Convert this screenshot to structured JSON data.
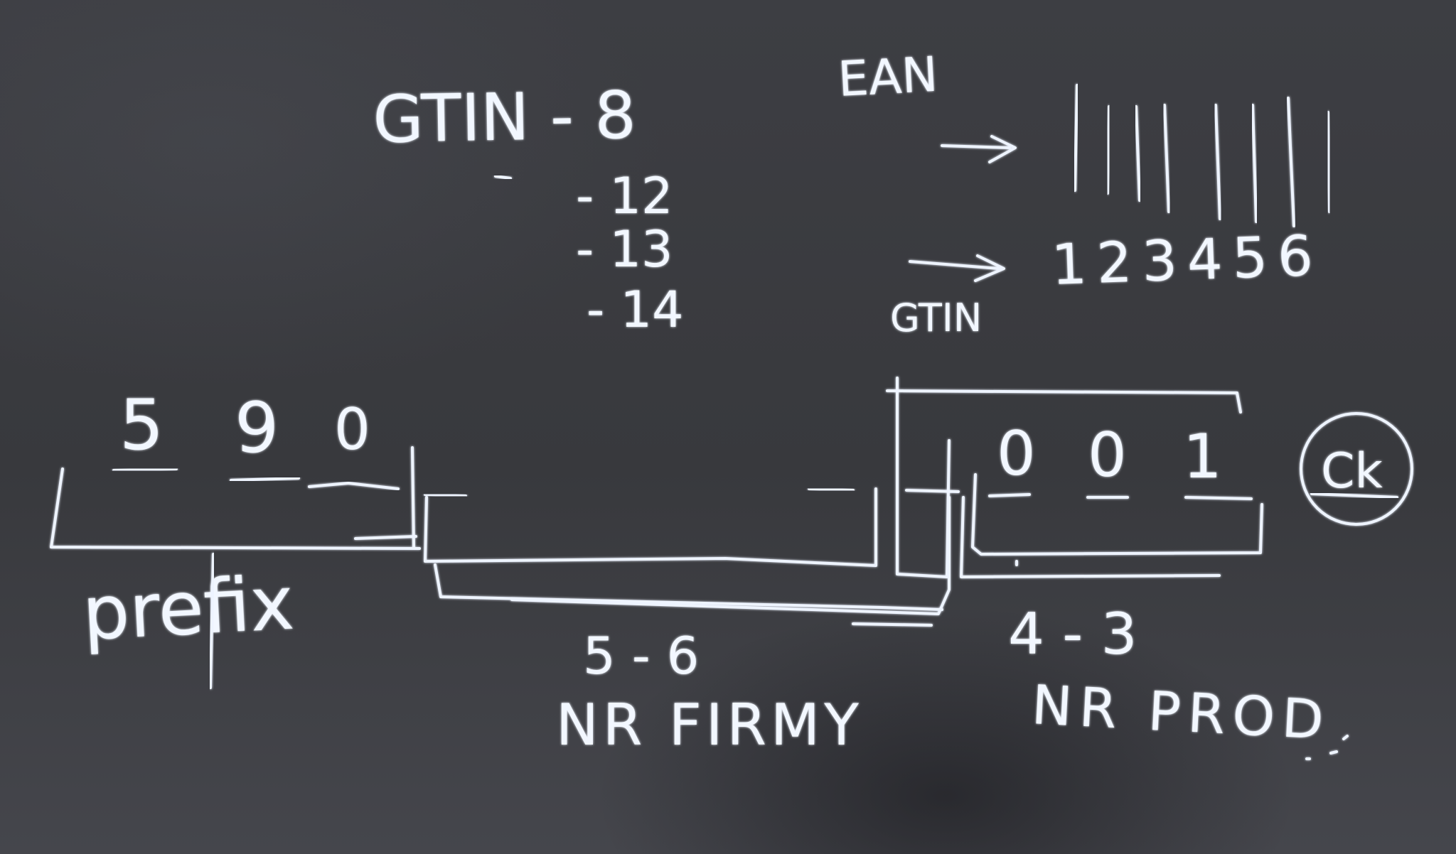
{
  "left_list": {
    "title": "GTIN - 8",
    "items": [
      "- 12",
      "- 13",
      "- 14"
    ]
  },
  "right_notes": {
    "ean_label": "EAN",
    "gtin_label": "GTIN",
    "digits": "123456",
    "barcode_icon": "barcode-lines-icon"
  },
  "code_layout": {
    "prefix_digits": [
      "5",
      "9",
      "0"
    ],
    "product_digits": [
      "0",
      "0",
      "1"
    ],
    "check_digit_label": "Ck",
    "prefix_label": "prefix",
    "company_count": "5 - 6",
    "company_label": "NR FIRMY",
    "product_count": "4 - 3",
    "product_label": "NR PROD"
  },
  "colors": {
    "chalk": "#eef4ff",
    "board": "#3a3b3f"
  }
}
